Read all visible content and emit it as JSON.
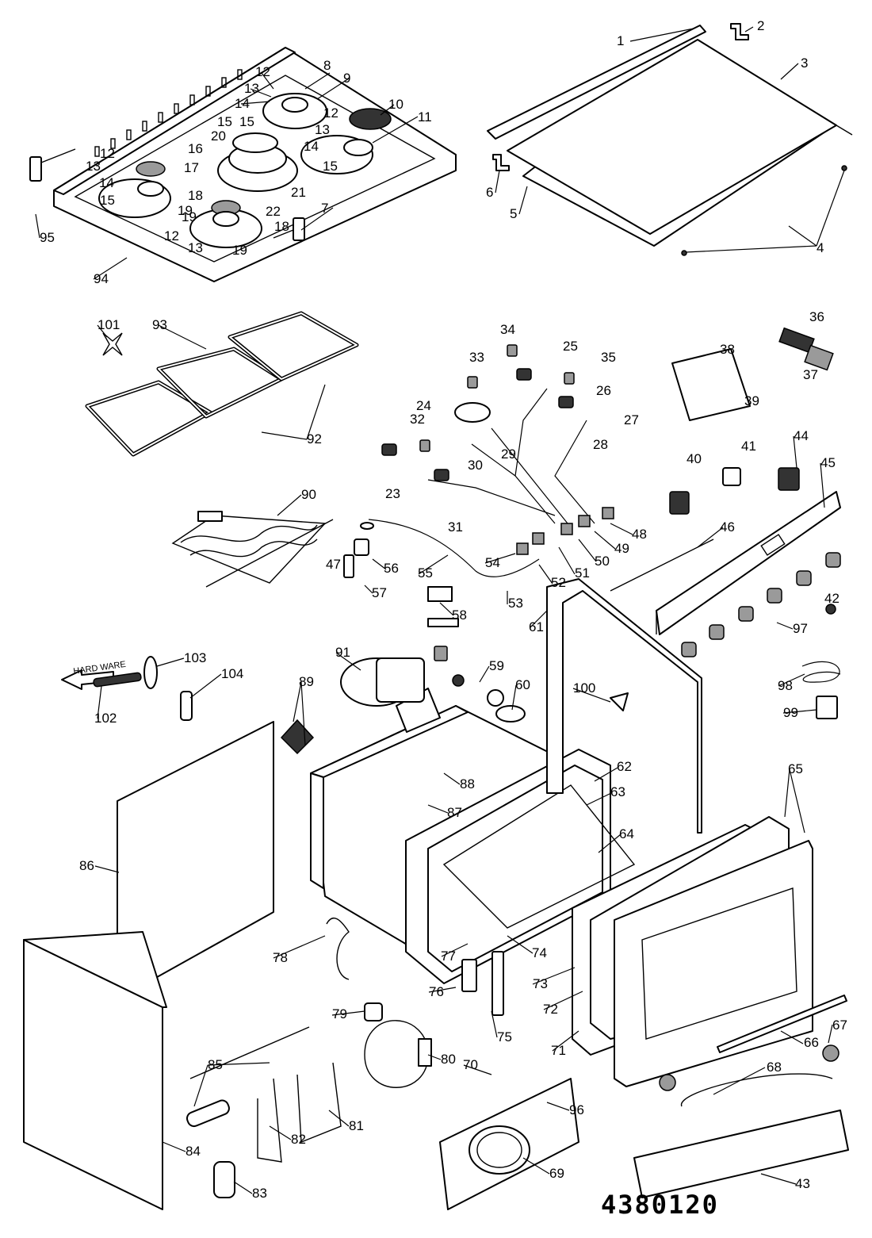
{
  "drawing_number": "4380120",
  "hardware_label": "HARD  WARE",
  "part_numbers": [
    "1",
    "2",
    "3",
    "4",
    "5",
    "6",
    "7",
    "8",
    "9",
    "10",
    "11",
    "12",
    "13",
    "14",
    "15",
    "16",
    "17",
    "18",
    "19",
    "20",
    "21",
    "22",
    "23",
    "24",
    "25",
    "26",
    "27",
    "28",
    "29",
    "30",
    "31",
    "32",
    "33",
    "34",
    "35",
    "36",
    "37",
    "38",
    "39",
    "40",
    "41",
    "42",
    "43",
    "44",
    "45",
    "46",
    "47",
    "48",
    "49",
    "50",
    "51",
    "52",
    "53",
    "54",
    "55",
    "56",
    "57",
    "58",
    "59",
    "60",
    "61",
    "62",
    "63",
    "64",
    "65",
    "66",
    "67",
    "68",
    "69",
    "70",
    "71",
    "72",
    "73",
    "74",
    "75",
    "76",
    "77",
    "78",
    "79",
    "80",
    "81",
    "82",
    "83",
    "84",
    "85",
    "86",
    "87",
    "88",
    "89",
    "90",
    "91",
    "92",
    "93",
    "94",
    "95",
    "96",
    "97",
    "98",
    "99",
    "100",
    "101",
    "102",
    "103",
    "104",
    "12",
    "13",
    "14",
    "15",
    "12",
    "13",
    "14",
    "15",
    "12",
    "13",
    "15",
    "18",
    "19",
    "19"
  ]
}
